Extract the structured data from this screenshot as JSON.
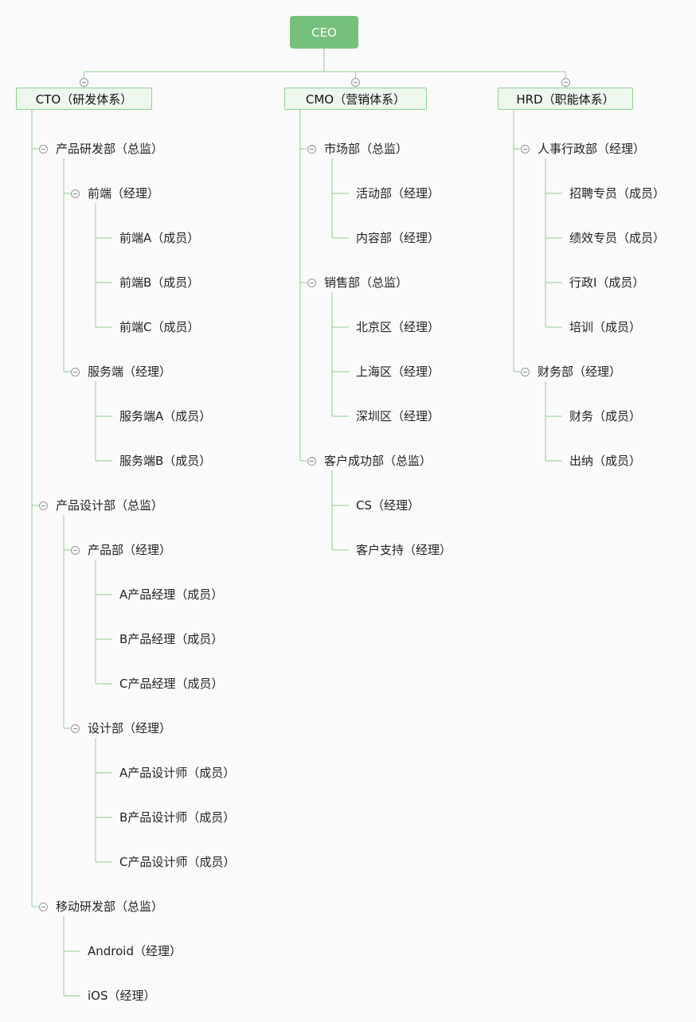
{
  "root": "CEO",
  "line_color": "#8fcf92",
  "root_color": "#76c17a",
  "branches": [
    {
      "label": "CTO（研发体系）",
      "children": [
        {
          "label": "产品研发部（总监）",
          "children": [
            {
              "label": "前端（经理）",
              "children": [
                {
                  "label": "前端A（成员）"
                },
                {
                  "label": "前端B（成员）"
                },
                {
                  "label": "前端C（成员）"
                }
              ]
            },
            {
              "label": "服务端（经理）",
              "children": [
                {
                  "label": "服务端A（成员）"
                },
                {
                  "label": "服务端B（成员）"
                }
              ]
            }
          ]
        },
        {
          "label": "产品设计部（总监）",
          "children": [
            {
              "label": "产品部（经理）",
              "children": [
                {
                  "label": "A产品经理（成员）"
                },
                {
                  "label": "B产品经理（成员）"
                },
                {
                  "label": "C产品经理（成员）"
                }
              ]
            },
            {
              "label": "设计部（经理）",
              "children": [
                {
                  "label": "A产品设计师（成员）"
                },
                {
                  "label": "B产品设计师（成员）"
                },
                {
                  "label": "C产品设计师（成员）"
                }
              ]
            }
          ]
        },
        {
          "label": "移动研发部（总监）",
          "children": [
            {
              "label": "Android（经理）"
            },
            {
              "label": "iOS（经理）"
            }
          ]
        }
      ]
    },
    {
      "label": "CMO（营销体系）",
      "children": [
        {
          "label": "市场部（总监）",
          "children": [
            {
              "label": "活动部（经理）"
            },
            {
              "label": "内容部（经理）"
            }
          ]
        },
        {
          "label": "销售部（总监）",
          "children": [
            {
              "label": "北京区（经理）"
            },
            {
              "label": "上海区（经理）"
            },
            {
              "label": "深圳区（经理）"
            }
          ]
        },
        {
          "label": "客户成功部（总监）",
          "children": [
            {
              "label": "CS（经理）"
            },
            {
              "label": "客户支持（经理）"
            }
          ]
        }
      ]
    },
    {
      "label": "HRD（职能体系）",
      "children": [
        {
          "label": "人事行政部（经理）",
          "children": [
            {
              "label": "招聘专员（成员）"
            },
            {
              "label": "绩效专员（成员）"
            },
            {
              "label": "行政I（成员）"
            },
            {
              "label": "培训（成员）"
            }
          ]
        },
        {
          "label": "财务部（经理）",
          "children": [
            {
              "label": "财务（成员）"
            },
            {
              "label": "出纳（成员）"
            }
          ]
        }
      ]
    }
  ]
}
